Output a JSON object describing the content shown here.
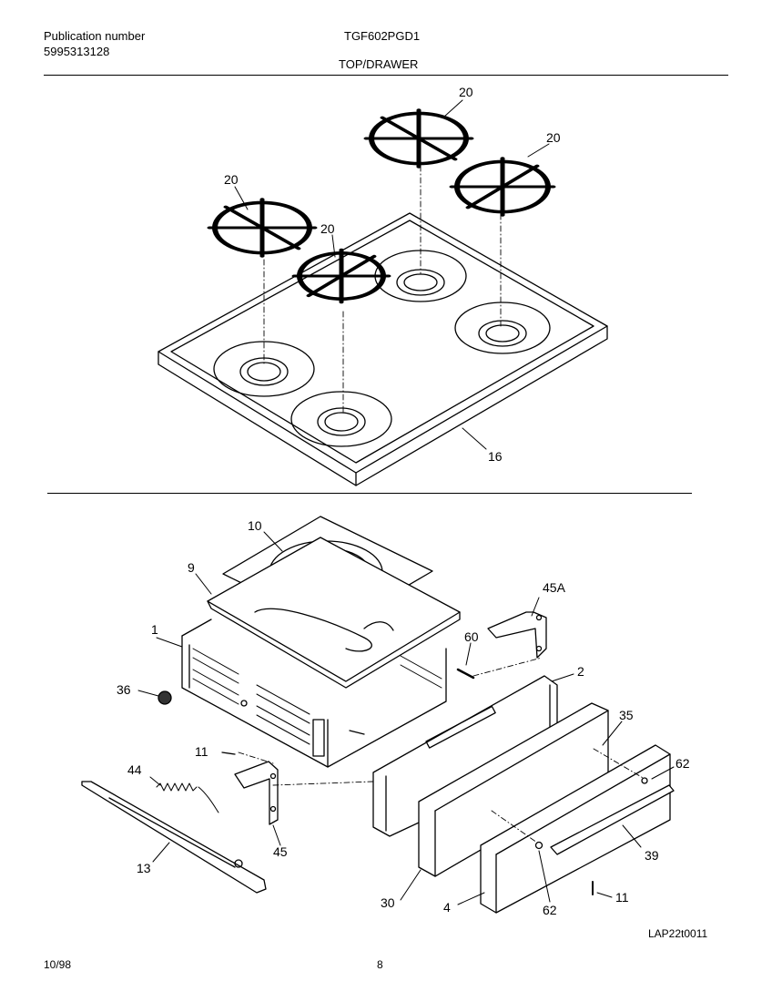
{
  "header": {
    "publication_label": "Publication number",
    "publication_number": "5995313128",
    "model": "TGF602PGD1",
    "section": "TOP/DRAWER"
  },
  "callouts": {
    "grate_a": "20",
    "grate_b": "20",
    "grate_c": "20",
    "grate_d": "20",
    "cooktop": "16",
    "broiler_pan_insert": "10",
    "broiler_pan": "9",
    "drawer_body": "1",
    "bumper": "36",
    "screw_left": "11",
    "spring": "44",
    "rail": "13",
    "bracket_left": "45",
    "bracket_right": "45A",
    "pin": "60",
    "drawer_side": "2",
    "panel": "35",
    "drawer_front": "30",
    "front_panel": "4",
    "clip_right": "62",
    "clip_bottom": "62",
    "handle": "39",
    "screw_bottom": "11"
  },
  "footer": {
    "date": "10/98",
    "page": "8",
    "drawing_code": "LAP22t0011"
  }
}
